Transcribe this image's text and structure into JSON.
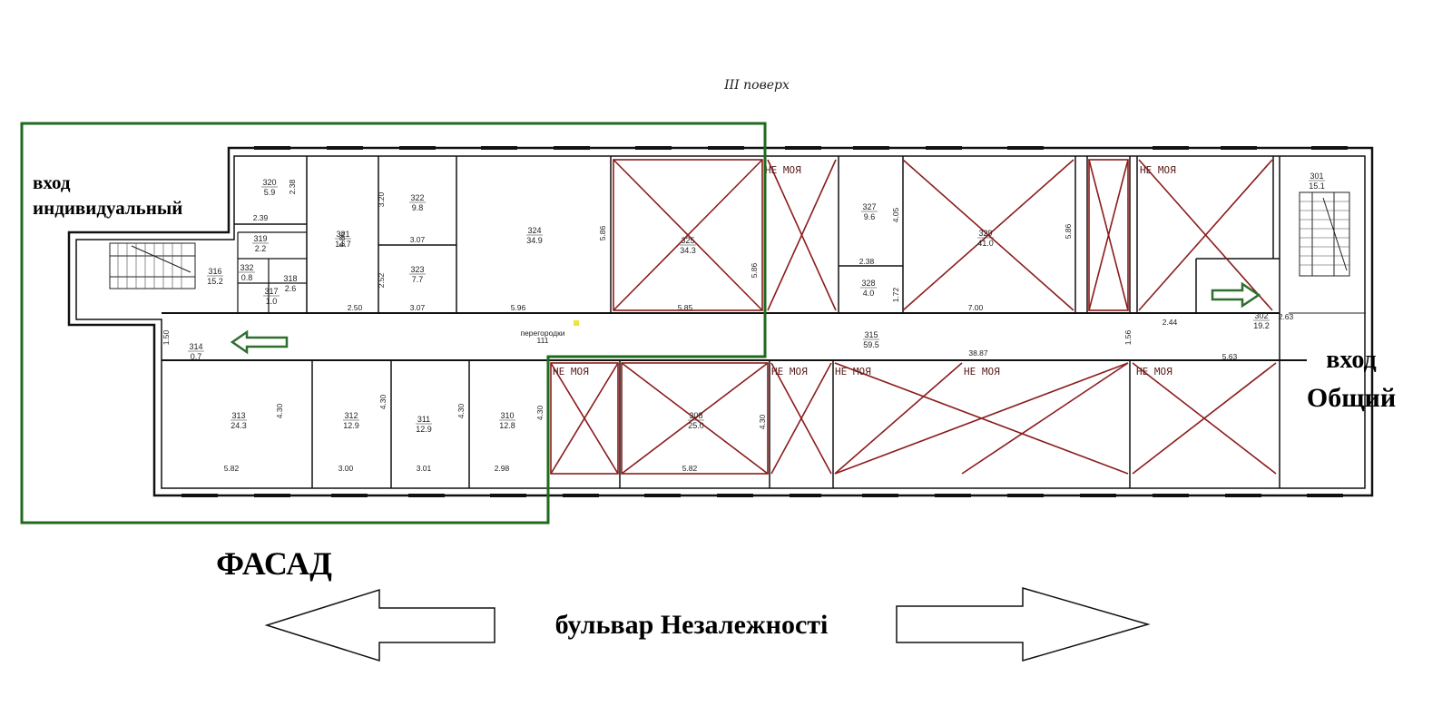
{
  "floor_label": "III поверх",
  "entrance_individual": [
    "вход",
    "индивидуальный"
  ],
  "entrance_common": [
    "вход",
    "Общий"
  ],
  "facade_label": "ФАСАД",
  "street_label": "бульвар Незалежності",
  "partitions_note": "перегородки",
  "partitions_sub": "111",
  "not_mine_label": "НЕ МОЯ",
  "rooms": [
    {
      "id": "r320",
      "num": "320",
      "area": "5.9"
    },
    {
      "id": "r319",
      "num": "319",
      "area": "2.2"
    },
    {
      "id": "r332",
      "num": "332",
      "area": "0.8"
    },
    {
      "id": "r318",
      "num": "318",
      "area": "2.6"
    },
    {
      "id": "r317",
      "num": "317",
      "area": "1.0"
    },
    {
      "id": "r316",
      "num": "316",
      "area": "15.2"
    },
    {
      "id": "r321",
      "num": "321",
      "area": "14.7"
    },
    {
      "id": "r322",
      "num": "322",
      "area": "9.8"
    },
    {
      "id": "r323",
      "num": "323",
      "area": "7.7"
    },
    {
      "id": "r324",
      "num": "324",
      "area": "34.9"
    },
    {
      "id": "r325",
      "num": "325",
      "area": "34.3"
    },
    {
      "id": "r327",
      "num": "327",
      "area": "9.6"
    },
    {
      "id": "r328",
      "num": "328",
      "area": "4.0"
    },
    {
      "id": "r329",
      "num": "329",
      "area": "41.0"
    },
    {
      "id": "r301",
      "num": "301",
      "area": "15.1"
    },
    {
      "id": "r302",
      "num": "302",
      "area": "19.2"
    },
    {
      "id": "r315",
      "num": "315",
      "area": "59.5"
    },
    {
      "id": "r314",
      "num": "314",
      "area": "0.7"
    },
    {
      "id": "r313",
      "num": "313",
      "area": "24.3"
    },
    {
      "id": "r312",
      "num": "312",
      "area": "12.9"
    },
    {
      "id": "r311",
      "num": "311",
      "area": "12.9"
    },
    {
      "id": "r310",
      "num": "310",
      "area": "12.8"
    },
    {
      "id": "r308",
      "num": "308",
      "area": "25.0"
    }
  ],
  "dimensions": [
    "2.38",
    "2.39",
    "5.86",
    "3.20",
    "3.07",
    "2.52",
    "3.07",
    "2.50",
    "5.96",
    "5.86",
    "5.85",
    "5.86",
    "4.05",
    "2.38",
    "1.72",
    "7.00",
    "5.86",
    "2.44",
    "2.63",
    "1.50",
    "1.56",
    "38.87",
    "5.63",
    "4.30",
    "5.82",
    "4.30",
    "3.00",
    "4.30",
    "3.01",
    "2.98",
    "4.30",
    "4.30",
    "5.82"
  ],
  "colors": {
    "frame_green": "#1e6b1e",
    "cross_red": "#8b1c1c",
    "arrow_green": "#2e6e2e",
    "plan_line": "#111111"
  }
}
